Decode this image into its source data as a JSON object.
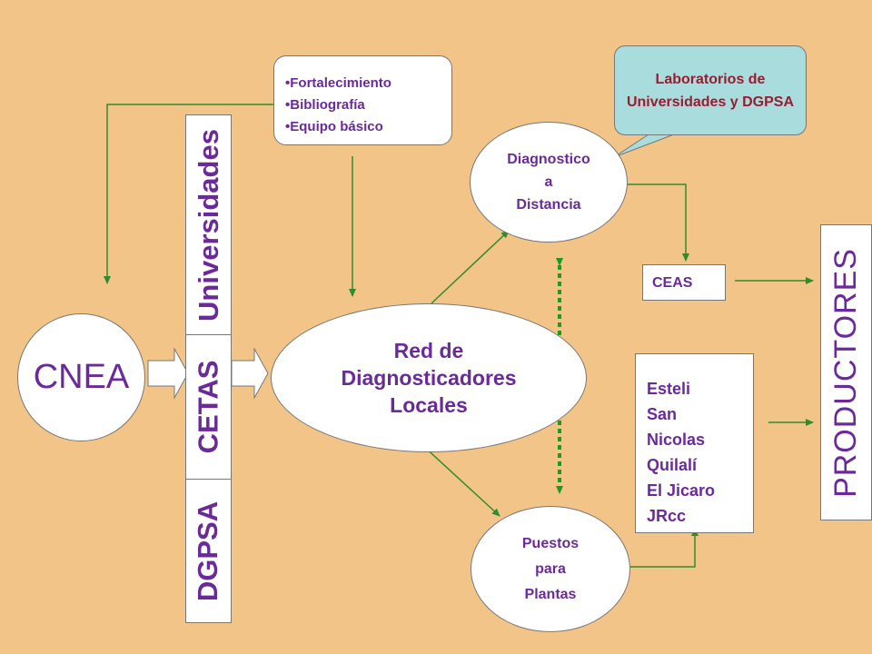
{
  "cnea": "CNEA",
  "columns": [
    "Universidades",
    "CETAS",
    "DGPSA"
  ],
  "support_list": [
    "Fortalecimiento",
    "Bibliografía",
    "Equipo básico"
  ],
  "red": [
    "Red de",
    "Diagnosticadores",
    "Locales"
  ],
  "diagnostico": [
    "Diagnostico",
    "a",
    "Distancia"
  ],
  "puestos": [
    "Puestos",
    "para",
    "Plantas"
  ],
  "laboratorios": "Laboratorios de Universidades y DGPSA",
  "ceas": "CEAS",
  "places": [
    "Esteli",
    "San",
    "Nicolas",
    "Quilalí",
    "El Jicaro",
    "JRcc"
  ],
  "productores": "PRODUCTORES",
  "colors": {
    "background": "#F2C488",
    "text": "#6B2A9A",
    "lab_text": "#9B1B30",
    "lab_fill": "#A9DCDC",
    "line": "#2E8B2E",
    "dotted": "#1E9A1E"
  }
}
